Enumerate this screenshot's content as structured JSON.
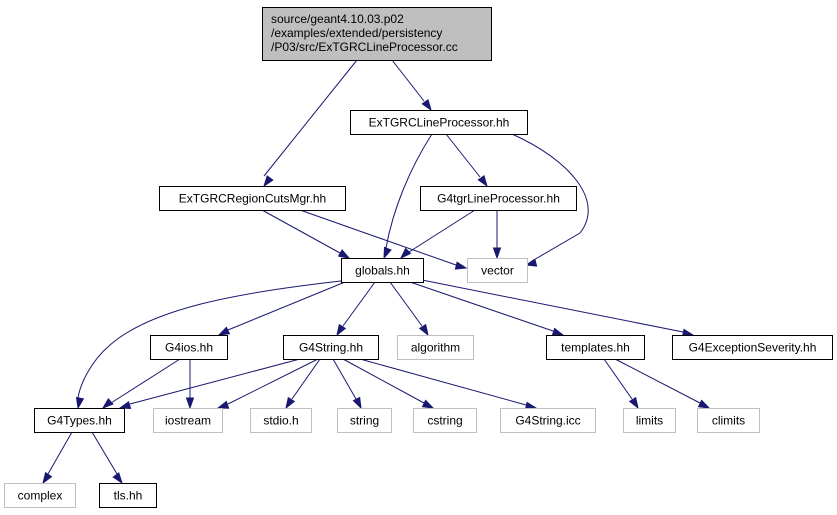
{
  "colors": {
    "edge": "#191970",
    "root_fill": "#bfbfbf",
    "root_border": "#000000",
    "doc_fill": "#ffffff",
    "doc_border": "#000000",
    "sys_border": "#bfbfbf",
    "text": "#000000"
  },
  "root": {
    "label_lines": [
      "source/geant4.10.03.p02",
      "/examples/extended/persistency",
      "/P03/src/ExTGRCLineProcessor.cc"
    ]
  },
  "nodes": [
    {
      "id": "ExTGRCLineProcessor_hh",
      "label": "ExTGRCLineProcessor.hh",
      "kind": "doc"
    },
    {
      "id": "ExTGRCRegionCutsMgr_hh",
      "label": "ExTGRCRegionCutsMgr.hh",
      "kind": "doc"
    },
    {
      "id": "G4tgrLineProcessor_hh",
      "label": "G4tgrLineProcessor.hh",
      "kind": "doc"
    },
    {
      "id": "vector",
      "label": "vector",
      "kind": "sys"
    },
    {
      "id": "globals_hh",
      "label": "globals.hh",
      "kind": "doc"
    },
    {
      "id": "G4ios_hh",
      "label": "G4ios.hh",
      "kind": "doc"
    },
    {
      "id": "G4String_hh",
      "label": "G4String.hh",
      "kind": "doc"
    },
    {
      "id": "algorithm",
      "label": "algorithm",
      "kind": "sys"
    },
    {
      "id": "templates_hh",
      "label": "templates.hh",
      "kind": "doc"
    },
    {
      "id": "G4ExceptionSeverity_hh",
      "label": "G4ExceptionSeverity.hh",
      "kind": "doc"
    },
    {
      "id": "G4Types_hh",
      "label": "G4Types.hh",
      "kind": "doc"
    },
    {
      "id": "iostream",
      "label": "iostream",
      "kind": "sys"
    },
    {
      "id": "stdio_h",
      "label": "stdio.h",
      "kind": "sys"
    },
    {
      "id": "string",
      "label": "string",
      "kind": "sys"
    },
    {
      "id": "cstring",
      "label": "cstring",
      "kind": "sys"
    },
    {
      "id": "G4String_icc",
      "label": "G4String.icc",
      "kind": "sys"
    },
    {
      "id": "limits",
      "label": "limits",
      "kind": "sys"
    },
    {
      "id": "climits",
      "label": "climits",
      "kind": "sys"
    },
    {
      "id": "complex",
      "label": "complex",
      "kind": "sys"
    },
    {
      "id": "tls_hh",
      "label": "tls.hh",
      "kind": "doc"
    }
  ],
  "edges": [
    {
      "from": "root",
      "to": "ExTGRCRegionCutsMgr_hh"
    },
    {
      "from": "root",
      "to": "ExTGRCLineProcessor_hh"
    },
    {
      "from": "ExTGRCLineProcessor_hh",
      "to": "globals_hh"
    },
    {
      "from": "ExTGRCLineProcessor_hh",
      "to": "G4tgrLineProcessor_hh"
    },
    {
      "from": "ExTGRCLineProcessor_hh",
      "to": "vector"
    },
    {
      "from": "ExTGRCRegionCutsMgr_hh",
      "to": "globals_hh"
    },
    {
      "from": "ExTGRCRegionCutsMgr_hh",
      "to": "vector"
    },
    {
      "from": "G4tgrLineProcessor_hh",
      "to": "globals_hh"
    },
    {
      "from": "G4tgrLineProcessor_hh",
      "to": "vector"
    },
    {
      "from": "globals_hh",
      "to": "G4ios_hh"
    },
    {
      "from": "globals_hh",
      "to": "G4String_hh"
    },
    {
      "from": "globals_hh",
      "to": "algorithm"
    },
    {
      "from": "globals_hh",
      "to": "templates_hh"
    },
    {
      "from": "globals_hh",
      "to": "G4ExceptionSeverity_hh"
    },
    {
      "from": "globals_hh",
      "to": "G4Types_hh"
    },
    {
      "from": "G4ios_hh",
      "to": "G4Types_hh"
    },
    {
      "from": "G4ios_hh",
      "to": "iostream"
    },
    {
      "from": "G4String_hh",
      "to": "G4Types_hh"
    },
    {
      "from": "G4String_hh",
      "to": "iostream"
    },
    {
      "from": "G4String_hh",
      "to": "stdio_h"
    },
    {
      "from": "G4String_hh",
      "to": "string"
    },
    {
      "from": "G4String_hh",
      "to": "cstring"
    },
    {
      "from": "G4String_hh",
      "to": "G4String_icc"
    },
    {
      "from": "templates_hh",
      "to": "limits"
    },
    {
      "from": "templates_hh",
      "to": "climits"
    },
    {
      "from": "G4Types_hh",
      "to": "complex"
    },
    {
      "from": "G4Types_hh",
      "to": "tls_hh"
    }
  ]
}
